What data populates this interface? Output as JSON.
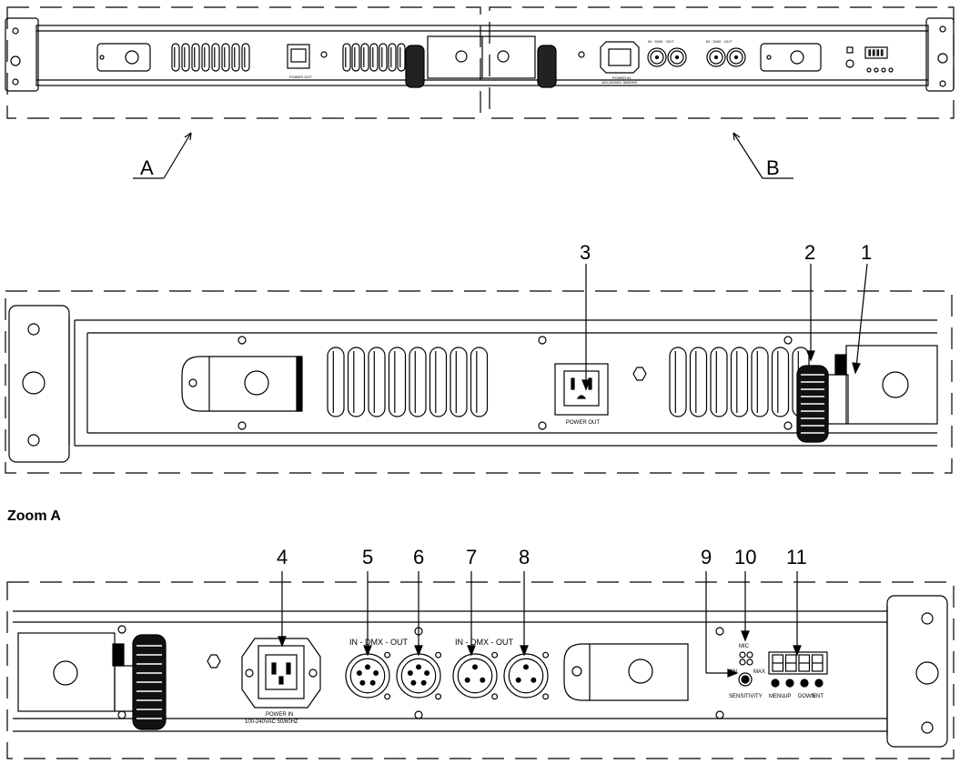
{
  "overview": {
    "callout_a": "A",
    "callout_b": "B",
    "tiny_power_out": "POWER OUT",
    "tiny_power_in": "POWER IN",
    "tiny_power_in_spec": "100-240VAC 50/60HZ",
    "tiny_dmx1": "IN · DMX · OUT",
    "tiny_dmx2": "IN · DMX · OUT"
  },
  "zoom_a": {
    "caption": "Zoom A",
    "callouts": [
      "3",
      "2",
      "1"
    ],
    "power_out_label": "POWER OUT"
  },
  "zoom_b": {
    "callouts": [
      "4",
      "5",
      "6",
      "7",
      "8",
      "9",
      "10",
      "11"
    ],
    "power_in_label": "POWER IN",
    "power_in_spec": "100-240VAC 50/60HZ",
    "dmx_group1_label": "IN  -  DMX  -  OUT",
    "dmx_group2_label": "IN  -  DMX  -  OUT",
    "mic_label": "MIC",
    "min_label": "MIN",
    "max_label": "MAX",
    "sensitivity_label": "SENSITIVITY",
    "button_labels": [
      "MENU",
      "UP",
      "DOWN",
      "ENT"
    ]
  }
}
